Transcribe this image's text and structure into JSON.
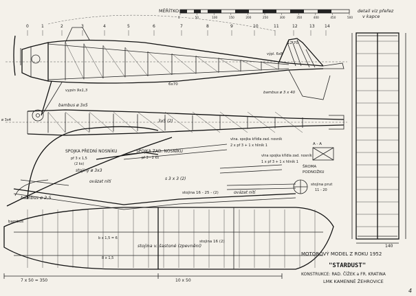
{
  "scale": {
    "title": "MĚŘÍTKO:",
    "ticks": [
      "0",
      "50",
      "100",
      "150",
      "200",
      "250",
      "300",
      "350",
      "400",
      "450",
      "500"
    ]
  },
  "stations": [
    "0",
    "1",
    "2",
    "3",
    "4",
    "5",
    "6",
    "7",
    "8",
    "9",
    "10",
    "11",
    "12",
    "13",
    "14"
  ],
  "labels": {
    "detail": "detail viz přeřez",
    "detail2": "v kapce",
    "vypl": "výpl. 6x8",
    "rudder": "12  70",
    "bambus340": "bambus ø 3 x 40",
    "w670": "6x70",
    "vypin": "vypin 9x1,3",
    "bambus35": "bambus ø 3x5",
    "s35": "3x5 (2)",
    "datum": "ø 3x4",
    "spojkaPredni": "SPOJKA PŘEDNÍ NOSNÍKU",
    "pf": "pf 3 x 1,5",
    "ks2": "(2 ks)",
    "stojiny": "stojiny ø 3x3",
    "spojkaZad": "SPOJKA ZAD. NOSNÍKU",
    "pf2": "pf 3 - 2 ks",
    "vlna1": "vlna. spojka křídla zad. nosník",
    "vlna2": "2 x pf 3 + 1 x hliník 1",
    "vlna3": "vlna spojka křídla zad. nosník",
    "vlna4": "1 x pf 3 + 1 x hliník 1",
    "sectionAA": "A - A",
    "sroma": "ŠROMA",
    "podnozku": "PODNOŽKU",
    "stojina": "stojina prut",
    "d1120": "11 - 20",
    "ovazat": "ovázat nití",
    "s33": "s 3 x 3 (2)",
    "stojina16": "stojina 16 - 25 - (2) ",
    "ovazat2": "ovázat nití",
    "bambusStrut": "bambus ø 2,5",
    "bambusWing": "bambus",
    "zapusteni": "stojina  v. šastoné (zpevnění)",
    "stojinaWing": "stojina 16 (2)",
    "b1": "b x 1,5 = 6",
    "b2": "8 x 1,5",
    "dimLeft": "7 x 50 = 350",
    "dimCentre": "10 x 50",
    "dimTail": "140"
  },
  "title": {
    "line1": "MOTOROVÝ MODEL Z ROKU 1952",
    "model": "\"STARDUST\"",
    "designers": "KONSTRUKCE: RAD. ČÍŽEK a FR. KRATINA",
    "club": "LMK KAMENNÉ ŽEHROVICE"
  },
  "sheet_number": "4",
  "colors": {
    "paper": "#f4f1ea",
    "ink": "#1a1a1a"
  }
}
